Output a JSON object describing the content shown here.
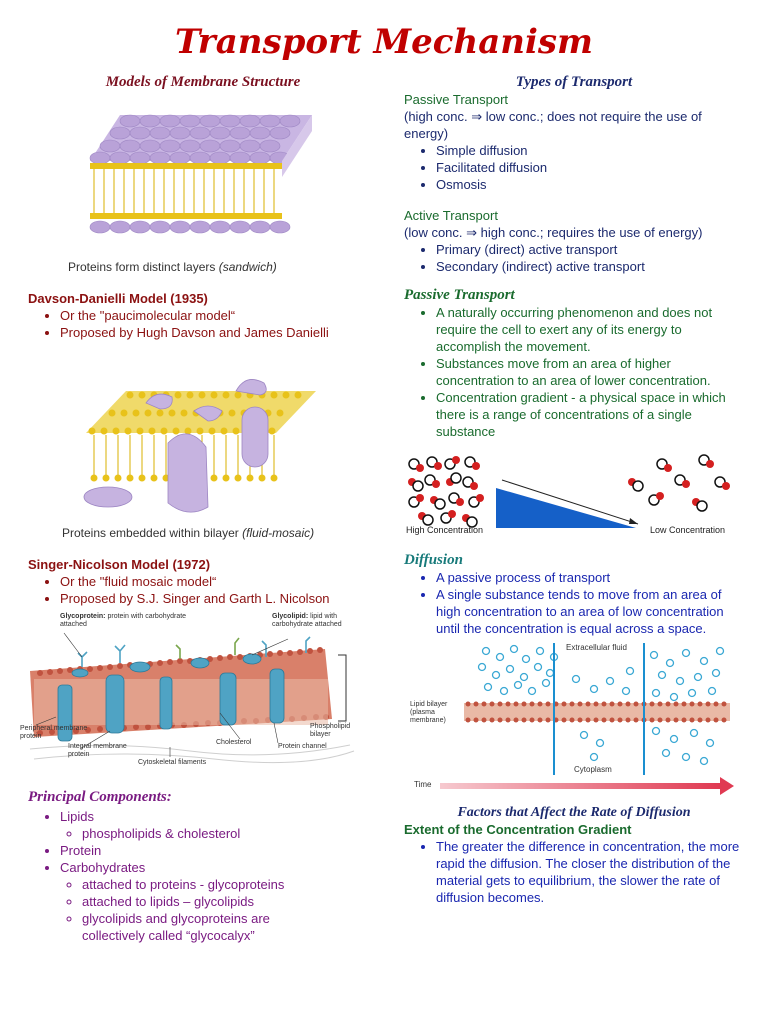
{
  "title": "Transport Mechanism",
  "left": {
    "models_heading": "Models of Membrane Structure",
    "fig1_caption": "Proteins form distinct layers",
    "fig1_caption_italic": "(sandwich)",
    "dd_title": "Davson-Danielli Model (1935)",
    "dd_bullets": [
      "Or the \"paucimolecular model“",
      "Proposed by Hugh Davson and James  Danielli"
    ],
    "fig2_caption": "Proteins embedded within bilayer",
    "fig2_caption_italic": "(fluid-mosaic)",
    "sn_title": "Singer-Nicolson Model (1972)",
    "sn_bullets": [
      "Or the \"fluid mosaic model“",
      "Proposed by S.J. Singer and Garth L.  Nicolson"
    ],
    "fig3_labels": {
      "glycoprotein_bold": "Glycoprotein:",
      "glycoprotein": "protein with carbohydrate attached",
      "glycolipid_bold": "Glycolipid:",
      "glycolipid": "lipid with carbohydrate attached",
      "peripheral": "Peripheral membrane protein",
      "integral": "Integral membrane protein",
      "cholesterol": "Cholesterol",
      "channel": "Protein channel",
      "phospholipid": "Phospholipid bilayer",
      "cytoskeletal": "Cytoskeletal filaments"
    },
    "pc_heading": "Principal Components:",
    "pc_lipids": "Lipids",
    "pc_lipids_sub": "phospholipids & cholesterol",
    "pc_protein": "Protein",
    "pc_carbs": "Carbohydrates",
    "pc_carbs_sub": [
      "attached to proteins -  glycoproteins",
      "attached to lipids – glycolipids",
      "glycolipids and glycoproteins  are collectively called  “glycocalyx”"
    ]
  },
  "right": {
    "types_heading": "Types of Transport",
    "passive_title": "Passive Transport",
    "passive_desc": "(high conc. ⇒ low conc.; does not  require the use of energy)",
    "passive_items": [
      "Simple diffusion",
      "Facilitated diffusion",
      "Osmosis"
    ],
    "active_title": "Active Transport",
    "active_desc": "(low conc. ⇒ high conc.; requires  the use of energy)",
    "active_items": [
      "Primary (direct) active  transport",
      "Secondary (indirect) active  transport"
    ],
    "pt_heading": "Passive Transport",
    "pt_bullets": [
      "A naturally occurring phenomenon and does not require the  cell to exert any of its energy to accomplish the movement.",
      "Substances move from an area of higher concentration to an  area of lower concentration.",
      "Concentration gradient - a physical space in which there is a  range of concentrations of a single substance"
    ],
    "grad_high": "High Concentration",
    "grad_low": "Low Concentration",
    "diff_heading": "Diffusion",
    "diff_bullets": [
      "A passive process of transport",
      "A single substance tends to move from an area of high concentration  to an area of low concentration until the concentration is equal across a space."
    ],
    "diff_fig": {
      "extracellular": "Extracellular fluid",
      "lipid": "Lipid bilayer (plasma membrane)",
      "cytoplasm": "Cytoplasm",
      "time": "Time"
    },
    "factors_heading": "Factors that Affect the Rate of Diffusion",
    "factors_sub": "Extent of the Concentration Gradient",
    "factors_bullet": "The greater the difference in concentration, the more rapid the diffusion. The closer the distribution of the material gets to equilibrium, the slower the rate of diffusion becomes."
  }
}
